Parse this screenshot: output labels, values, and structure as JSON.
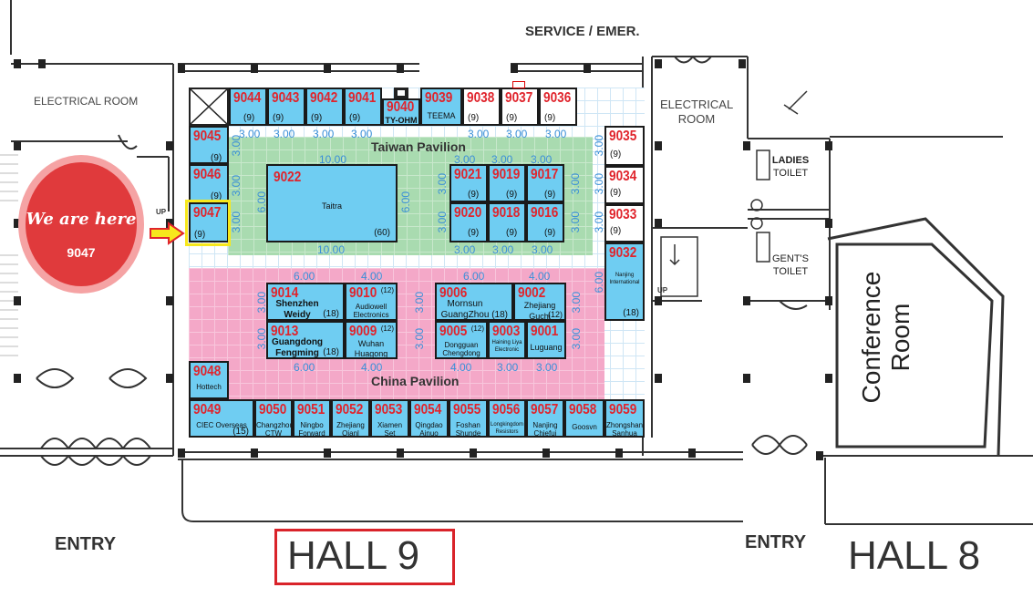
{
  "labels": {
    "service": "SERVICE / EMER.",
    "electrical_left": "ELECTRICAL ROOM",
    "electrical_right_1": "ELECTRICAL",
    "electrical_right_2": "ROOM",
    "ladies_1": "LADIES",
    "ladies_2": "TOILET",
    "gents_1": "GENT'S",
    "gents_2": "TOILET",
    "conference_1": "Conference",
    "conference_2": "Room",
    "entry_left": "ENTRY",
    "entry_right": "ENTRY",
    "hall9": "HALL 9",
    "hall8": "HALL 8",
    "taiwan": "Taiwan Pavilion",
    "china": "China Pavilion",
    "up1": "UP",
    "up2": "UP"
  },
  "marker": {
    "title": "We are here",
    "booth": "9047"
  },
  "booths": [
    {
      "id": "9044",
      "size": "(9)"
    },
    {
      "id": "9043",
      "size": "(9)"
    },
    {
      "id": "9042",
      "size": "(9)"
    },
    {
      "id": "9041",
      "size": "(9)"
    },
    {
      "id": "9040",
      "company": "TY-OHM"
    },
    {
      "id": "9039",
      "company": "TEEMA"
    },
    {
      "id": "9038",
      "size": "(9)"
    },
    {
      "id": "9037",
      "size": "(9)"
    },
    {
      "id": "9036",
      "size": "(9)"
    },
    {
      "id": "9045",
      "size": "(9)"
    },
    {
      "id": "9046",
      "size": "(9)"
    },
    {
      "id": "9047",
      "size": "(9)"
    },
    {
      "id": "9022",
      "company": "Taitra",
      "size": "(60)"
    },
    {
      "id": "9021",
      "size": "(9)"
    },
    {
      "id": "9019",
      "size": "(9)"
    },
    {
      "id": "9017",
      "size": "(9)"
    },
    {
      "id": "9020",
      "size": "(9)"
    },
    {
      "id": "9018",
      "size": "(9)"
    },
    {
      "id": "9016",
      "size": "(9)"
    },
    {
      "id": "9035",
      "size": "(9)"
    },
    {
      "id": "9034",
      "size": "(9)"
    },
    {
      "id": "9033",
      "size": "(9)"
    },
    {
      "id": "9032",
      "company": "Nanjing International",
      "size": "(18)"
    },
    {
      "id": "9014",
      "company": "Shenzhen Weidy",
      "size": "(18)"
    },
    {
      "id": "9010",
      "company": "Audiowell Electronics",
      "size": "(12)"
    },
    {
      "id": "9006",
      "company": "Mornsun GuangZhou",
      "size": "(18)"
    },
    {
      "id": "9002",
      "company": "Zhejiang Guchi",
      "size": "(12)"
    },
    {
      "id": "9013",
      "company": "Guangdong Fengming",
      "size": "(18)"
    },
    {
      "id": "9009",
      "company": "Wuhan Huagong",
      "size": "(12)"
    },
    {
      "id": "9005",
      "company": "Dongguan Chengdong",
      "size": "(12)"
    },
    {
      "id": "9003",
      "company": "Haining Liya Electronic"
    },
    {
      "id": "9001",
      "company": "Luguang"
    },
    {
      "id": "9048",
      "company": "Hottech"
    },
    {
      "id": "9049",
      "company": "CIEC Overseas",
      "size": "(15)"
    },
    {
      "id": "9050",
      "company": "Changzhou CTW"
    },
    {
      "id": "9051",
      "company": "Ningbo Forward"
    },
    {
      "id": "9052",
      "company": "Zhejiang Qianl"
    },
    {
      "id": "9053",
      "company": "Xiamen Set Electronics"
    },
    {
      "id": "9054",
      "company": "Qingdao Ainuo"
    },
    {
      "id": "9055",
      "company": "Foshan Shunde CG"
    },
    {
      "id": "9056",
      "company": "Longkingdom Resistors"
    },
    {
      "id": "9057",
      "company": "Nanjing Chiefui"
    },
    {
      "id": "9058",
      "company": "Goosvn"
    },
    {
      "id": "9059",
      "company": "Zhongshan Sanhua"
    }
  ],
  "dimensions": {
    "d300": "3.00",
    "d400": "4.00",
    "d600": "6.00",
    "d1000": "10.00"
  },
  "colors": {
    "booth": "#6fcdf2",
    "taiwan_area": "#a9dbb0",
    "china_area": "#f4a8c8",
    "grid": "#d7ecf8",
    "booth_number": "#e0242c",
    "dimension": "#3a8fd8",
    "marker_fill": "#e03a3c",
    "marker_ring": "#f5a3a4",
    "highlight": "#f7e81c",
    "hall9_box": "#d9232a"
  }
}
